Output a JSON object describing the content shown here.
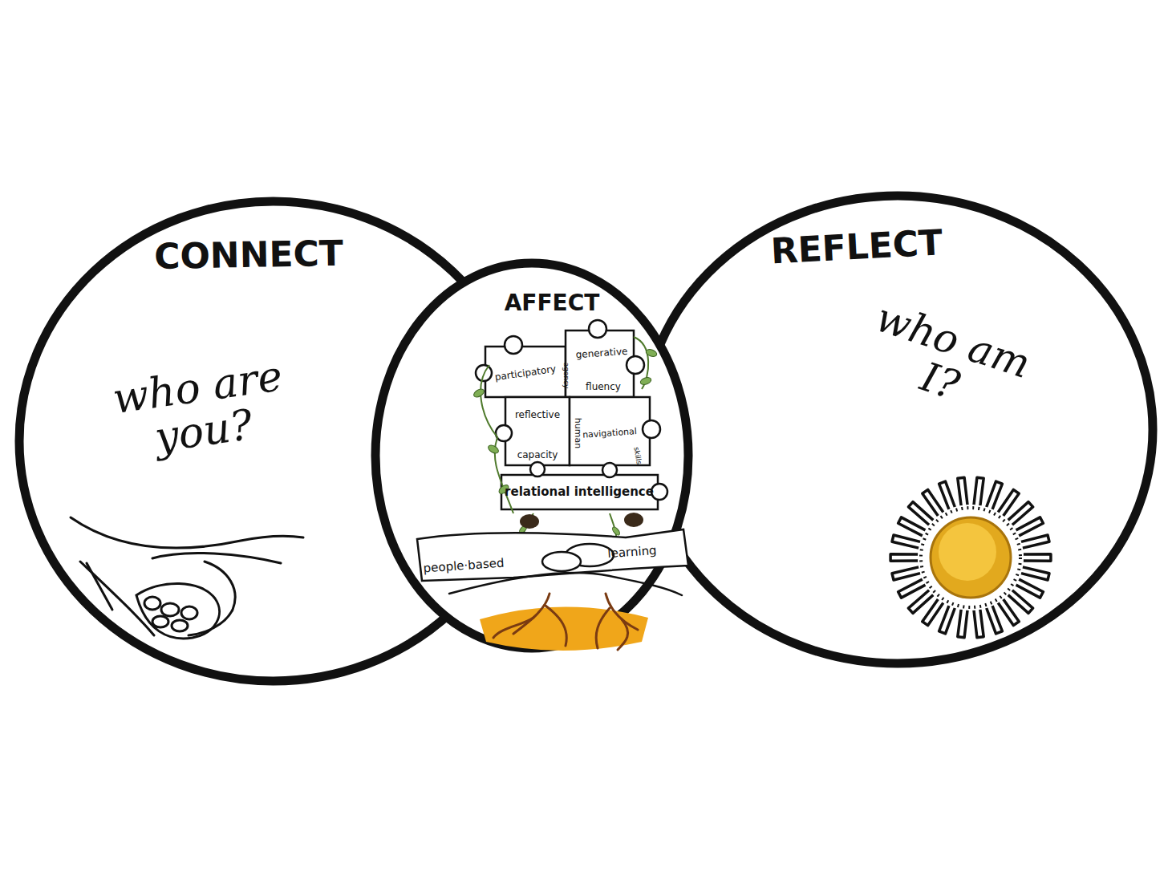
{
  "diagram": {
    "nodes": [
      {
        "text": [
          "CONNECT",
          "who are you?"
        ]
      },
      {
        "text": [
          "AFFECT"
        ]
      },
      {
        "text": [
          "REFLECT",
          "who am I?"
        ]
      }
    ],
    "labels": [
      "participatory",
      "generative",
      "agency",
      "fluency",
      "reflective",
      "human",
      "navigational",
      "capacity",
      "skills",
      "relational intelligence",
      "people·based",
      "learning"
    ]
  }
}
